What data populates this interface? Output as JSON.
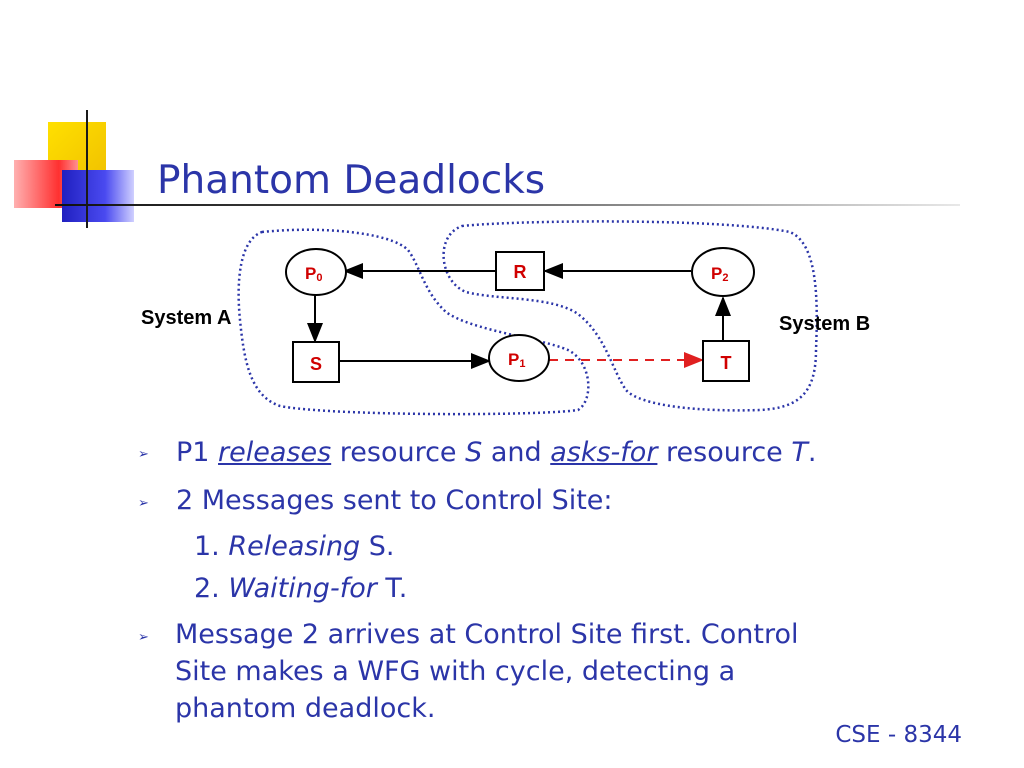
{
  "title": "Phantom Deadlocks",
  "diagram": {
    "nodes": {
      "p0": {
        "main": "P",
        "sub": "0"
      },
      "r": {
        "label": "R"
      },
      "p2": {
        "main": "P",
        "sub": "2"
      },
      "s": {
        "label": "S"
      },
      "p1": {
        "main": "P",
        "sub": "1"
      },
      "t": {
        "label": "T"
      }
    },
    "system_a": "System A",
    "system_b": "System B"
  },
  "bullets": [
    {
      "parts": [
        {
          "text": "P1 ",
          "style": "plain"
        },
        {
          "text": "releases",
          "style": "ul"
        },
        {
          "text": " resource ",
          "style": "plain"
        },
        {
          "text": "S",
          "style": "em"
        },
        {
          "text": " and ",
          "style": "plain"
        },
        {
          "text": "asks-for",
          "style": "ul"
        },
        {
          "text": " resource ",
          "style": "plain"
        },
        {
          "text": "T",
          "style": "em"
        },
        {
          "text": ".",
          "style": "plain"
        }
      ]
    },
    {
      "text": "2 Messages sent to Control Site:"
    },
    {
      "sub": [
        {
          "num": "1. ",
          "em": "Releasing",
          "rest": " S."
        },
        {
          "num": "2. ",
          "em": "Waiting-for",
          "rest": " T."
        }
      ]
    },
    {
      "lines": [
        "Message 2 arrives at Control Site first. Control",
        "Site makes a WFG with cycle, detecting a",
        "phantom deadlock."
      ]
    }
  ],
  "footer": "CSE - 8344",
  "colors": {
    "title": "#2b35a8",
    "node_red": "#d00000",
    "dashed_edge": "#e02020",
    "outline": "#2b35a8",
    "deco_yellow": "#f8d000",
    "deco_red": "#f44",
    "deco_blue": "#3a3ad8"
  }
}
